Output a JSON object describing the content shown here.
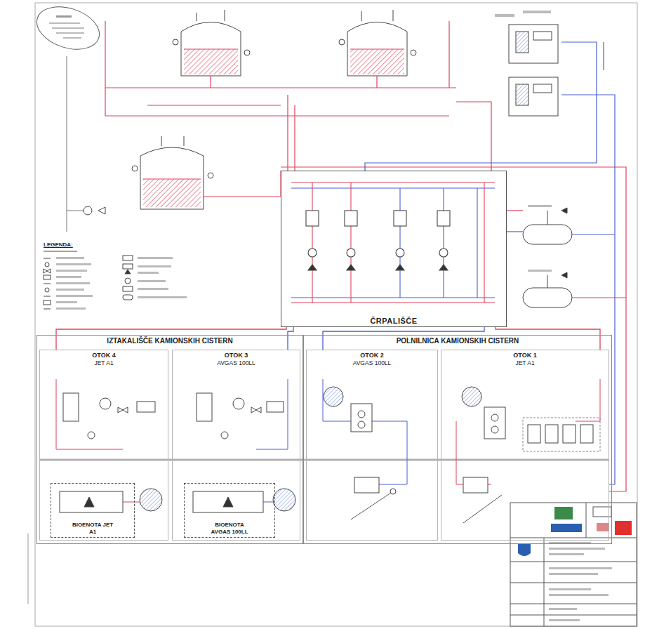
{
  "diagram": {
    "nodes": [
      {
        "text": [
          "ČRPALIŠČE"
        ]
      },
      {
        "text": [
          "IZTAKALIŠČE KAMIONSKIH CISTERN"
        ]
      },
      {
        "text": [
          "OTOK 4",
          "JET A1"
        ],
        "in": 1
      },
      {
        "text": [
          "BIOENOTA JET A1"
        ],
        "in": 2
      },
      {
        "text": [
          "OTOK 3",
          "AVGAS 100LL"
        ],
        "in": 1
      },
      {
        "text": [
          "BIOENOTA AVGAS 100LL"
        ],
        "in": 4
      },
      {
        "text": [
          "POLNILNICA KAMIONSKIH CISTERN"
        ]
      },
      {
        "text": [
          "OTOK 2",
          "AVGAS 100LL"
        ],
        "in": 6
      },
      {
        "text": [
          "OTOK 1",
          "JET A1"
        ],
        "in": 6
      }
    ],
    "edges": [
      {
        "from": 0,
        "to": 8,
        "arrow": "none"
      },
      {
        "from": 0,
        "to": 7,
        "arrow": "none"
      },
      {
        "from": 0,
        "to": 4,
        "arrow": "none"
      },
      {
        "from": 0,
        "to": 2,
        "arrow": "none"
      }
    ],
    "labels": [
      "LEGENDA:"
    ]
  }
}
